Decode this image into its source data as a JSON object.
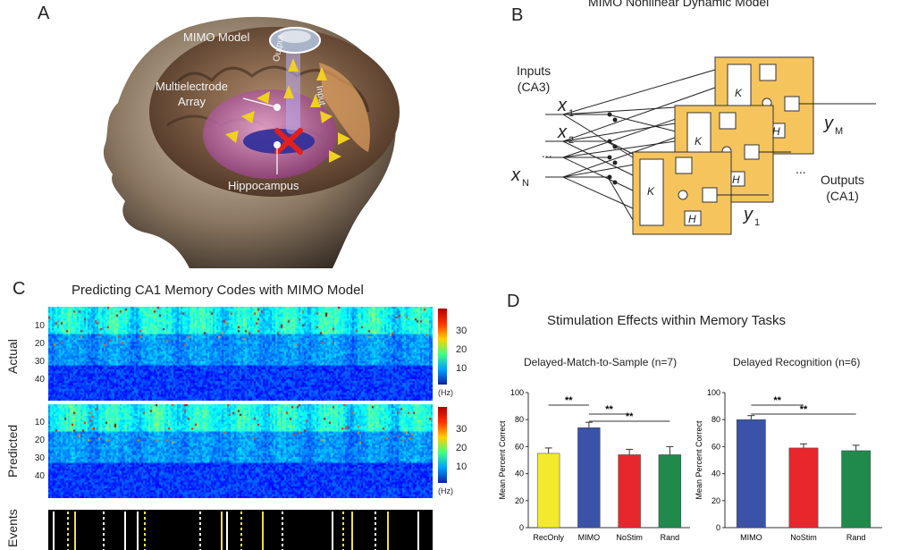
{
  "panel_a": {
    "letter": "A",
    "labels": {
      "mimo_model": "MIMO Model",
      "output": "Output",
      "input": "Input",
      "array": "Multielectrode\nArray",
      "hippocampus": "Hippocampus"
    }
  },
  "panel_b": {
    "letter": "B",
    "title": "MIMO Nonlinear Dynamic Model",
    "inputs_label": "Inputs\n(CA3)",
    "outputs_label": "Outputs\n(CA1)",
    "x_labels": [
      "x",
      "x",
      "...",
      "x"
    ],
    "x_subs": [
      "1",
      "2",
      "",
      "N"
    ],
    "y_top": "y",
    "y_top_sub": "M",
    "y_bottom": "y",
    "y_bottom_sub": "1",
    "dots": "...",
    "k_label": "K",
    "h_label": "H",
    "colors": {
      "box": "#f5c45c",
      "box_border": "#333333"
    }
  },
  "panel_c": {
    "letter": "C",
    "title": "Predicting CA1 Memory Codes with MIMO Model",
    "row_labels": [
      "Actual",
      "Predicted",
      "Events"
    ],
    "y_ticks": [
      "10",
      "20",
      "30",
      "40"
    ],
    "colorbar_ticks": [
      "30",
      "20",
      "10"
    ],
    "colorbar_unit": "(Hz)"
  },
  "panel_d": {
    "letter": "D",
    "title": "Stimulation Effects within Memory Tasks",
    "y_axis_label": "Mean Percent Correct"
  },
  "chart_data": [
    {
      "type": "bar",
      "title": "Delayed-Match-to-Sample (n=7)",
      "categories": [
        "RecOnly",
        "MIMO",
        "NoStim",
        "Rand"
      ],
      "values": [
        55,
        74,
        54,
        54
      ],
      "errors": [
        4,
        4,
        4,
        6
      ],
      "colors": [
        "#f3ea2e",
        "#3a53a8",
        "#e8272c",
        "#1f8a4c"
      ],
      "ylabel": "Mean Percent Correct",
      "ylim": [
        0,
        100
      ],
      "yticks": [
        "0",
        "20",
        "40",
        "60",
        "80",
        "100"
      ],
      "significance": [
        {
          "from": 0,
          "to": 1,
          "label": "**"
        },
        {
          "from": 1,
          "to": 2,
          "label": "**"
        },
        {
          "from": 1,
          "to": 3,
          "label": "**"
        }
      ]
    },
    {
      "type": "bar",
      "title": "Delayed Recognition (n=6)",
      "categories": [
        "MIMO",
        "NoStim",
        "Rand"
      ],
      "values": [
        80,
        59,
        57
      ],
      "errors": [
        3,
        3,
        4
      ],
      "colors": [
        "#3a53a8",
        "#e8272c",
        "#1f8a4c"
      ],
      "ylabel": "Mean Percent Correct",
      "ylim": [
        0,
        100
      ],
      "yticks": [
        "0",
        "20",
        "40",
        "60",
        "80",
        "100"
      ],
      "significance": [
        {
          "from": 0,
          "to": 1,
          "label": "**"
        },
        {
          "from": 0,
          "to": 2,
          "label": "**"
        }
      ]
    }
  ]
}
